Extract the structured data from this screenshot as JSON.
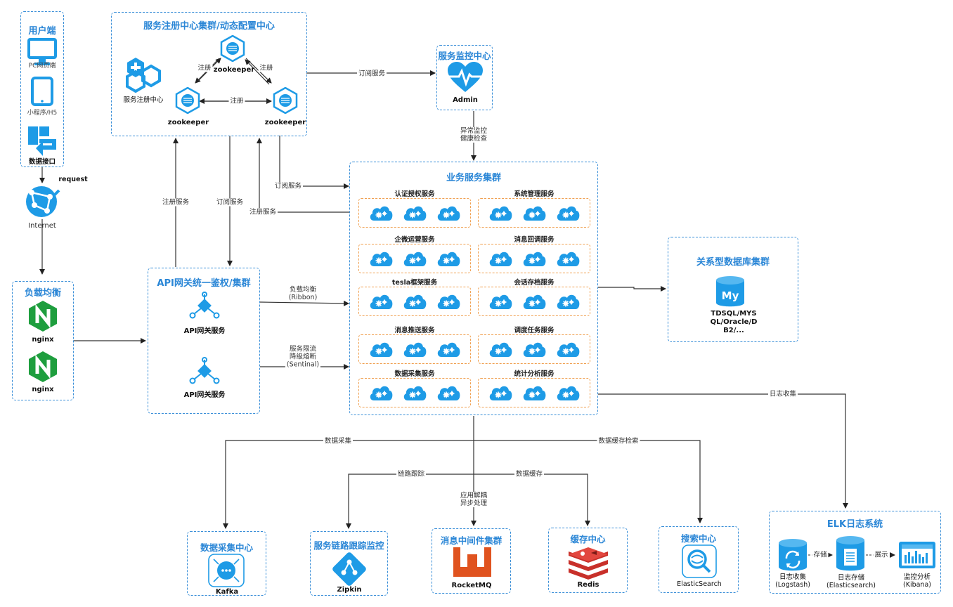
{
  "client": {
    "title": "用户端",
    "pc": "PC网页端",
    "mini": "小程序/H5",
    "api": "数据接口"
  },
  "request": "request",
  "internet": "Internet",
  "lb": {
    "title": "负载均衡",
    "n1": "nginx",
    "n2": "nginx"
  },
  "registry": {
    "title": "服务注册中心集群/动态配置中心",
    "center": "服务注册中心",
    "zk_top": "zookeeper",
    "zk_left": "zookeeper",
    "zk_right": "zookeeper",
    "reg1": "注册",
    "reg2": "注册",
    "reg3": "注册"
  },
  "monitor": {
    "title": "服务监控中心",
    "admin": "Admin"
  },
  "gateway": {
    "title": "API网关统一鉴权/集群",
    "svc1": "API网关服务",
    "svc2": "API网关服务"
  },
  "business": {
    "title": "业务服务集群",
    "services": [
      "认证授权服务",
      "系统管理服务",
      "企微运营服务",
      "消息回调服务",
      "tesla框架服务",
      "会话存档服务",
      "消息推送服务",
      "调度任务服务",
      "数据采集服务",
      "统计分析服务"
    ]
  },
  "db": {
    "title": "关系型数据库集群",
    "name": "TDSQL/MYSQL/Oracle/DB2/..."
  },
  "edges": {
    "subscribe_top": "订阅服务",
    "health": "异常监控\n健康检查",
    "subscribe_mid": "订阅服务",
    "register_mid": "注册服务",
    "gw_register": "注册服务",
    "gw_subscribe": "订阅服务",
    "ribbon": "负载均衡\n(Ribbon)",
    "sentinel": "服务限流\n降级熔断\n(Sentinal)",
    "log_collect": "日志收集",
    "data_collect": "数据采集",
    "data_cache_search": "数据缓存检索",
    "trace": "链路跟踪",
    "data_cache": "数据缓存",
    "decouple": "应用解耦\n异步处理",
    "store": "存储",
    "show": "展示"
  },
  "bottom": {
    "collect": {
      "title": "数据采集中心",
      "name": "Kafka"
    },
    "trace": {
      "title": "服务链路跟踪监控",
      "name": "Zipkin"
    },
    "mq": {
      "title": "消息中间件集群",
      "name": "RocketMQ"
    },
    "cache": {
      "title": "缓存中心",
      "name": "Redis"
    },
    "search": {
      "title": "搜索中心",
      "name": "ElasticSearch"
    },
    "elk": {
      "title": "ELK日志系统",
      "logstash": "日志收集\n(Logstash)",
      "es": "日志存储\n(Elasticsearch)",
      "kibana": "监控分析\n(Kibana)"
    }
  },
  "colors": {
    "box_border": "#3a8fd8",
    "title": "#2a86d6",
    "icon": "#1e9be6",
    "service_border": "#f0a050",
    "nginx": "#1e9e3e",
    "mq": "#e0531f",
    "redis": "#c8302a"
  }
}
